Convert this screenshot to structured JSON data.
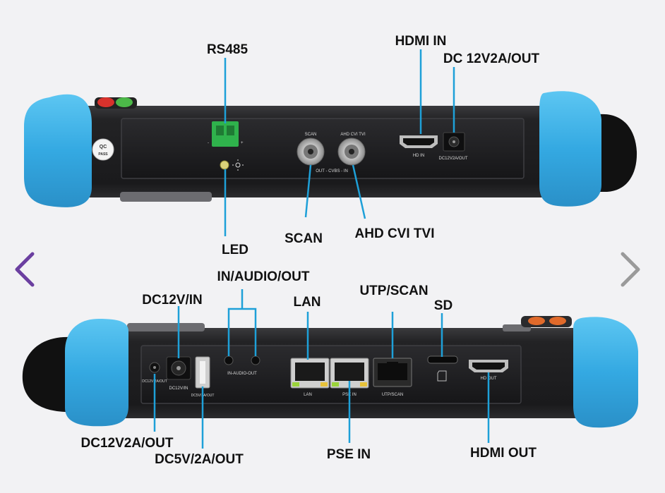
{
  "nav": {
    "prev_icon": "chevron-left-icon",
    "next_icon": "chevron-right-icon",
    "prev_color": "#6b3fa0",
    "next_color": "#9a9a9a"
  },
  "top_device": {
    "labels": {
      "rs485": "RS485",
      "hdmi_in": "HDMI IN",
      "dc_12v2a_out": "DC 12V2A/OUT",
      "led": "LED",
      "scan": "SCAN",
      "ahd_cvi_tvi": "AHD CVI TVI"
    },
    "printed": {
      "scan": "SCAN",
      "ahd": "AHD CVI TVI",
      "cvbs": "OUT - CVBS - IN",
      "hd_in": "HD IN",
      "dc_out": "DC12V2A/OUT",
      "qc": "QC",
      "pass": "PASS"
    }
  },
  "bottom_device": {
    "labels": {
      "dc12v_in": "DC12V/IN",
      "in_audio_out": "IN/AUDIO/OUT",
      "lan": "LAN",
      "utp_scan": "UTP/SCAN",
      "sd": "SD",
      "dc12v2a_out": "DC12V2A/OUT",
      "dc5v_2a_out": "DC5V/2A/OUT",
      "pse_in": "PSE IN",
      "hdmi_out": "HDMI OUT"
    },
    "printed": {
      "dc_out": "DC12V 2A/OUT",
      "dc_in": "DC12V/IN",
      "usb": "DC5V/2A/OUT",
      "audio": "IN-AUDIO-OUT",
      "lan": "LAN",
      "pse": "PSE IN",
      "utp": "UTP/SCAN",
      "hd_out": "HD OUT"
    }
  },
  "colors": {
    "bumper": "#3db3ea",
    "leader": "#1ea0d8",
    "body": "#1e1e20",
    "terminal": "#2fb24c"
  }
}
